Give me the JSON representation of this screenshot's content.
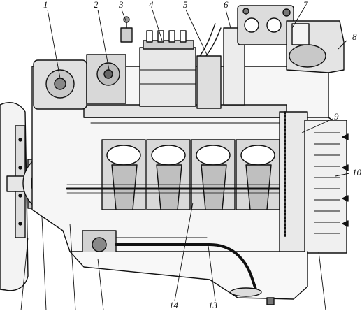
{
  "diagram": {
    "callouts": [
      {
        "id": "c1",
        "label": "1"
      },
      {
        "id": "c2",
        "label": "2"
      },
      {
        "id": "c3",
        "label": "3"
      },
      {
        "id": "c4",
        "label": "4"
      },
      {
        "id": "c5",
        "label": "5"
      },
      {
        "id": "c6",
        "label": "6"
      },
      {
        "id": "c7",
        "label": "7"
      },
      {
        "id": "c8",
        "label": "8"
      },
      {
        "id": "c9",
        "label": "9"
      },
      {
        "id": "c10",
        "label": "10"
      },
      {
        "id": "c13",
        "label": "13"
      },
      {
        "id": "c14",
        "label": "14"
      }
    ]
  }
}
